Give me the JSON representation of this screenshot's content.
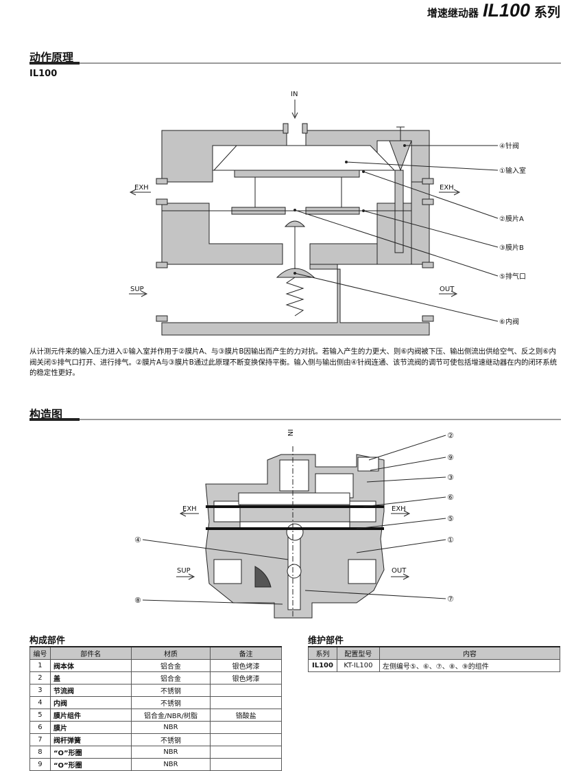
{
  "header": {
    "series_cn": "增速继动器",
    "model": "IL100",
    "suffix": "系列"
  },
  "section1": {
    "title": "动作原理",
    "subtitle": "IL100",
    "labels": {
      "in": "IN",
      "exh_left": "EXH",
      "exh_right": "EXH",
      "sup": "SUP",
      "out": "OUT"
    },
    "callouts": [
      {
        "num": "④",
        "text": "针阀"
      },
      {
        "num": "①",
        "text": "输入室"
      },
      {
        "num": "②",
        "text": "膜片A"
      },
      {
        "num": "③",
        "text": "膜片B"
      },
      {
        "num": "⑤",
        "text": "排气口"
      },
      {
        "num": "⑥",
        "text": "内阀"
      }
    ],
    "description": "从计测元件来的输入压力进入①输入室并作用于②膜片A、与③膜片B因输出而产生的力对抗。若输入产生的力更大、则⑥内阀被下压、输出侧流出供给空气、反之则⑥内阀关闭⑤排气口打开、进行排气。②膜片A与③膜片B通过此原理不断变换保持平衡。输入侧与输出侧由④针阀连通、该节流阀的调节可使包括增速继动器在内的闭环系统的稳定性更好。"
  },
  "section2": {
    "title": "构造图",
    "labels": {
      "in": "IN",
      "exh_left": "EXH",
      "exh_right": "EXH",
      "sup": "SUP",
      "out": "OUT"
    },
    "callouts": [
      "②",
      "⑨",
      "③",
      "⑥",
      "⑤",
      "①",
      "④",
      "⑧",
      "⑦"
    ]
  },
  "parts_table": {
    "title": "构成部件",
    "headers": [
      "编号",
      "部件名",
      "材质",
      "备注"
    ],
    "rows": [
      [
        "1",
        "阀本体",
        "铝合金",
        "银色烤漆"
      ],
      [
        "2",
        "盖",
        "铝合金",
        "银色烤漆"
      ],
      [
        "3",
        "节流阀",
        "不锈钢",
        ""
      ],
      [
        "4",
        "内阀",
        "不锈钢",
        ""
      ],
      [
        "5",
        "膜片组件",
        "铝合金/NBR/树脂",
        "铬酸盐"
      ],
      [
        "6",
        "膜片",
        "NBR",
        ""
      ],
      [
        "7",
        "阀杆弹簧",
        "不锈钢",
        ""
      ],
      [
        "8",
        "“O”形圈",
        "NBR",
        ""
      ],
      [
        "9",
        "“O”形圈",
        "NBR",
        ""
      ]
    ]
  },
  "maint_table": {
    "title": "维护部件",
    "headers": [
      "系列",
      "配置型号",
      "内容"
    ],
    "rows": [
      [
        "IL100",
        "KT-IL100",
        "左侧编号⑤、⑥、⑦、⑧、⑨的组件"
      ]
    ]
  }
}
